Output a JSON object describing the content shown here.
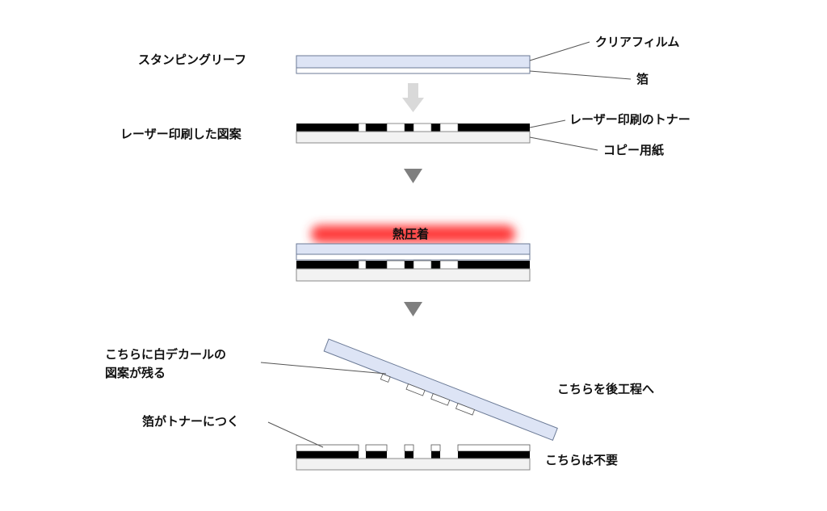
{
  "labels": {
    "stamping_leaf": "スタンピングリーフ",
    "clear_film": "クリアフィルム",
    "foil": "箔",
    "laser_pattern": "レーザー印刷した図案",
    "laser_toner": "レーザー印刷のトナー",
    "copy_paper": "コピー用紙",
    "heat_press": "熱圧着",
    "white_decal_line1": "こちらに白デカールの",
    "white_decal_line2": "図案が残る",
    "to_next_process": "こちらを後工程へ",
    "foil_on_toner": "箔がトナーにつく",
    "not_needed": "こちらは不要"
  },
  "colors": {
    "film": "#dde4f5",
    "film_stroke": "#6b7a96",
    "toner": "#000000",
    "paper": "#f2f2f2",
    "heat": "#ff3b3b",
    "arrow_light": "#d9d9d9",
    "arrow_dark": "#7f7f7f",
    "leader": "#555555"
  }
}
